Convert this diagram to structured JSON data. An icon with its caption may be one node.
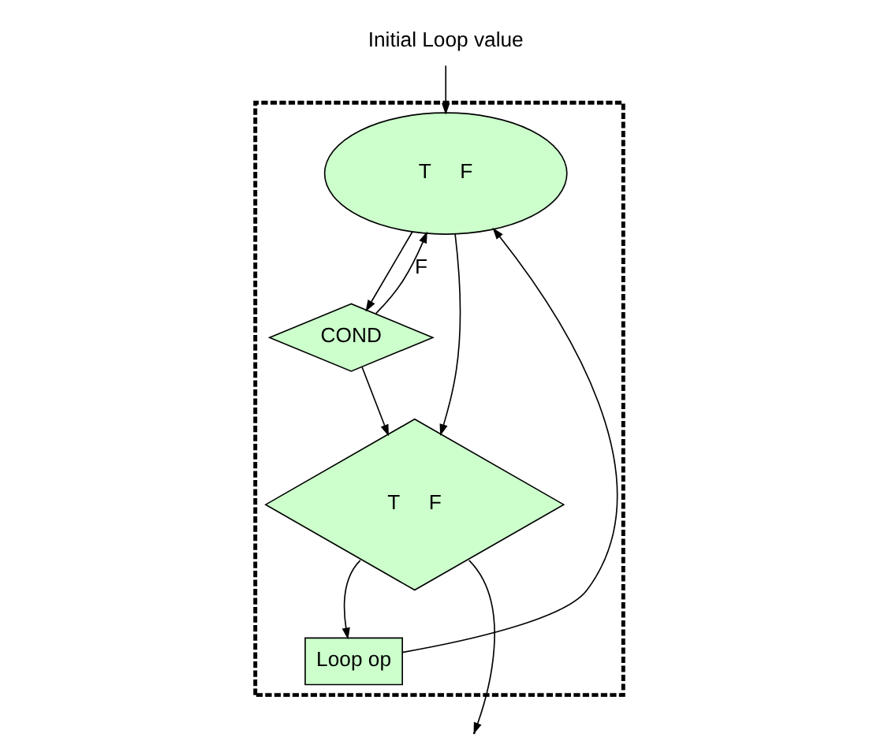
{
  "diagram": {
    "nodes": [
      {
        "text": [],
        "shape": "box"
      },
      {
        "text": [
          "Initial Loop value"
        ]
      },
      {
        "text": [
          "T",
          "F"
        ],
        "in": 0
      },
      {
        "text": [
          "COND"
        ],
        "in": 0
      },
      {
        "text": [
          "T",
          "F"
        ],
        "in": 0
      },
      {
        "text": [
          "Loop op"
        ],
        "in": 0
      }
    ],
    "edges": [
      {
        "from": 1,
        "to": 2,
        "arrow": "to"
      },
      {
        "from": 2,
        "to": 3,
        "arrow": "to"
      },
      {
        "from": 2,
        "to": 4,
        "arrow": "to"
      },
      {
        "from": 3,
        "to": 2,
        "arrow": "to",
        "label": "F"
      },
      {
        "from": 3,
        "to": 4,
        "arrow": "to"
      },
      {
        "from": 4,
        "to": 5,
        "arrow": "to"
      },
      {
        "from": 4,
        "to": null,
        "arrow": "to"
      },
      {
        "from": 5,
        "to": 2,
        "arrow": "to"
      }
    ]
  }
}
